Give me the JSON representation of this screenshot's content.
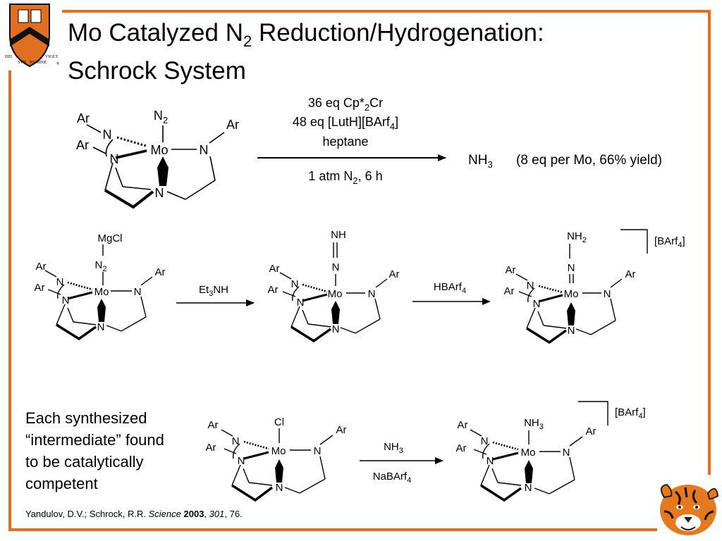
{
  "slide": {
    "title_line1_pre": "Mo Catalyzed N",
    "title_line1_sub": "2",
    "title_line1_post": " Reduction/Hydrogenation:",
    "title_line2": "Schrock System",
    "seal": {
      "motto_words": [
        "DEI",
        "SVB",
        "NVMINE",
        "VIGET"
      ],
      "registered_mark": "®"
    }
  },
  "reaction": {
    "reagents": [
      {
        "pre": "36 eq Cp*",
        "sub": "2",
        "post": "Cr"
      },
      {
        "pre": "48 eq [LutH][BArf",
        "sub": "4",
        "post": "]"
      },
      {
        "pre": "heptane",
        "sub": "",
        "post": ""
      }
    ],
    "conditions": {
      "pre": "1 atm N",
      "sub": "2",
      "post": ", 6 h"
    },
    "product": {
      "pre": "NH",
      "sub": "3",
      "post": ""
    },
    "yield_note": "(8 eq per Mo, 66% yield)"
  },
  "structure_labels": {
    "ar": "Ar",
    "n": "N",
    "mo": "Mo",
    "n2_top_pre": "N",
    "n2_top_sub": "2",
    "mgcl": "MgCl",
    "nh": "NH",
    "nh2_pre": "NH",
    "nh2_sub": "2",
    "cl": "Cl",
    "nh3_pre": "NH",
    "nh3_sub": "3",
    "barf_pre": "[BArf",
    "barf_sub": "4",
    "barf_post": "]"
  },
  "steps": {
    "step1": {
      "pre": "Et",
      "sub": "3",
      "post": "NH"
    },
    "step2": {
      "pre": "HBArf",
      "sub": "4",
      "post": ""
    },
    "step3_top": {
      "pre": "NH",
      "sub": "3",
      "post": ""
    },
    "step3_bottom": {
      "pre": "NaBArf",
      "sub": "4",
      "post": ""
    }
  },
  "note": {
    "lines": [
      "Each synthesized",
      "“intermediate” found",
      "to be catalytically",
      "competent"
    ]
  },
  "citation": {
    "authors": "Yandulov, D.V.; Schrock, R.R. ",
    "journal": "Science",
    "year": "2003",
    "sep1": ", ",
    "volume": "301",
    "pages": ", 76."
  },
  "colors": {
    "frame": "#e07020",
    "shield": "#e07020",
    "stripe": "#111111"
  }
}
